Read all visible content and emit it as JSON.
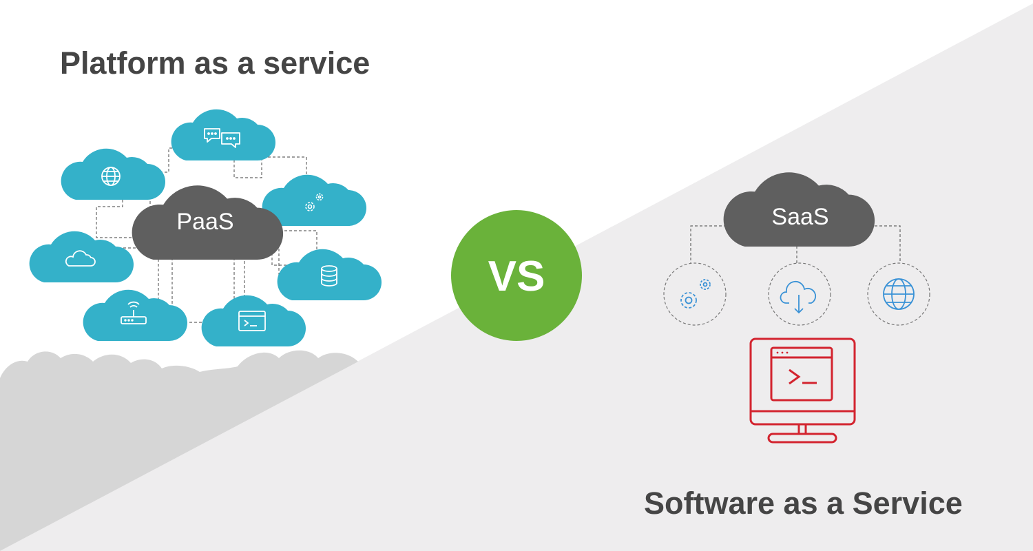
{
  "paas": {
    "title": "Platform as a service",
    "hub_label": "PaaS",
    "satellite_icons": [
      "speech-bubbles-icon",
      "globe-icon",
      "gears-icon",
      "cloud-icon",
      "database-icon",
      "router-icon",
      "terminal-window-icon"
    ]
  },
  "versus": {
    "label": "VS"
  },
  "saas": {
    "title": "Software as a Service",
    "hub_label": "SaaS",
    "service_icons": [
      "gears-icon",
      "cloud-download-icon",
      "globe-icon"
    ],
    "device_icon": "monitor-terminal-icon"
  },
  "colors": {
    "satellite_cloud": "#34b1c9",
    "hub_cloud": "#5f5f5f",
    "versus_circle": "#6ab23a",
    "saas_icon": "#3a92d6",
    "monitor": "#d3242f",
    "background_light": "#eeedee",
    "ground_clouds": "#d6d6d6",
    "heading_text": "#454545"
  }
}
